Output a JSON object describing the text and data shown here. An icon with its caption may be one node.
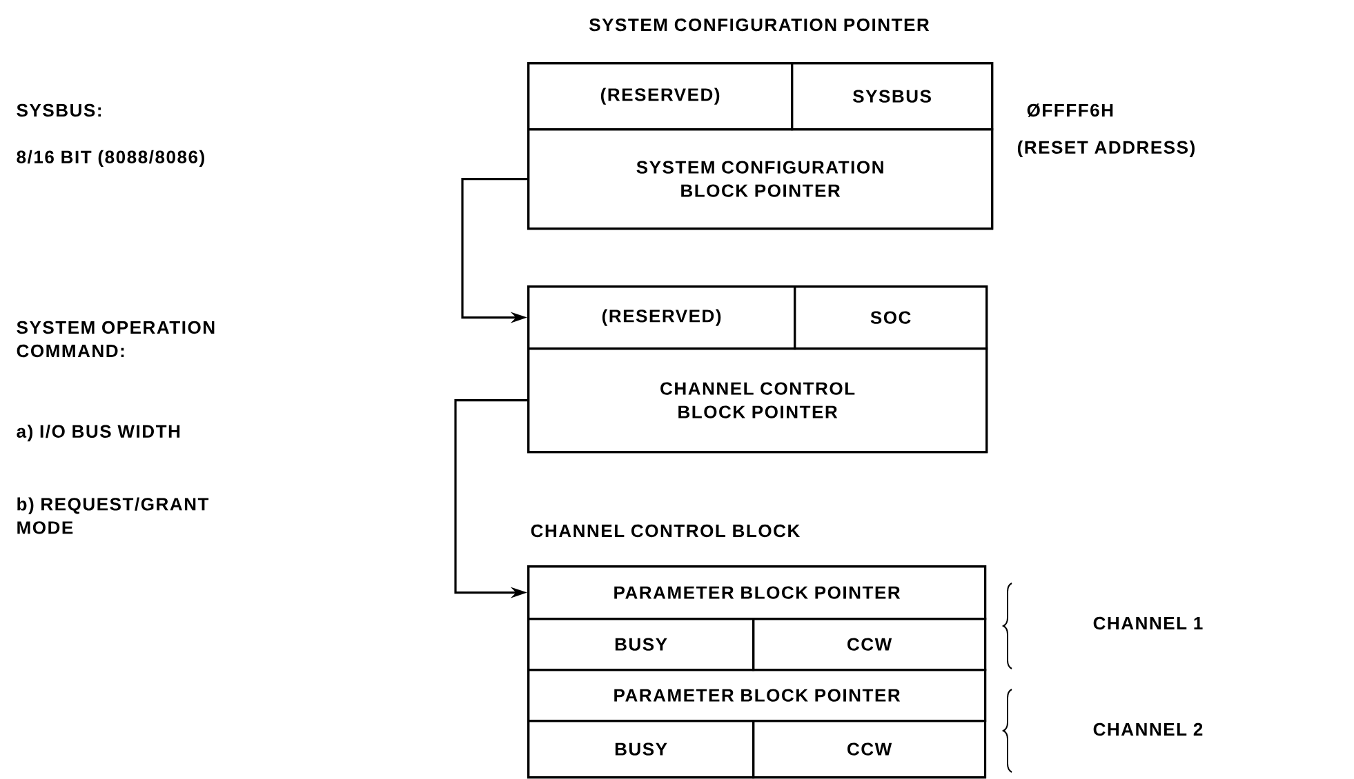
{
  "diagram": {
    "nodes": [
      {
        "text": [
          "SYSTEM CONFIGURATION POINTER"
        ]
      },
      {
        "text": [
          "(RESERVED)"
        ],
        "in": 0
      },
      {
        "text": [
          "SYSBUS"
        ],
        "in": 0
      },
      {
        "text": [
          "SYSTEM CONFIGURATION BLOCK POINTER"
        ],
        "in": 0
      },
      {
        "text": [],
        "shape": "box"
      },
      {
        "text": [
          "(RESERVED)"
        ],
        "in": 4
      },
      {
        "text": [
          "SOC"
        ],
        "in": 4
      },
      {
        "text": [
          "CHANNEL CONTROL BLOCK POINTER"
        ],
        "in": 4
      },
      {
        "text": [
          "CHANNEL CONTROL BLOCK"
        ]
      },
      {
        "text": [
          "PARAMETER BLOCK POINTER"
        ],
        "in": 8
      },
      {
        "text": [
          "BUSY"
        ],
        "in": 8
      },
      {
        "text": [
          "CCW"
        ],
        "in": 8
      },
      {
        "text": [
          "PARAMETER BLOCK POINTER"
        ],
        "in": 8
      },
      {
        "text": [
          "BUSY"
        ],
        "in": 8
      },
      {
        "text": [
          "CCW"
        ],
        "in": 8
      }
    ],
    "edges": [
      {
        "from": 3,
        "to": 5,
        "arrow": "to"
      },
      {
        "from": 7,
        "to": 9,
        "arrow": "to"
      }
    ],
    "labels": [
      "SYSBUS:",
      "8/16 BIT (8088/8086)",
      "ØFFFF6H",
      "(RESET ADDRESS)",
      "SYSTEM OPERATION COMMAND:",
      "a) I/O BUS WIDTH",
      "b) REQUEST/GRANT MODE",
      "CHANNEL 1",
      "CHANNEL 2"
    ]
  }
}
